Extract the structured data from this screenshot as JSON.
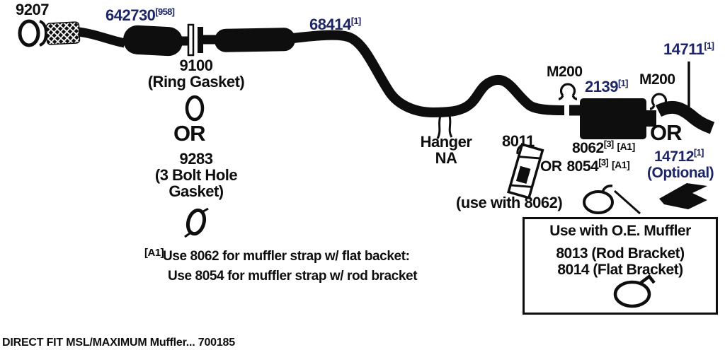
{
  "colors": {
    "part_number_blue": "#1d2566",
    "ink_black": "#0e0e0e",
    "background": "#ffffff"
  },
  "labels": {
    "p9207": "9207",
    "p642730": "642730",
    "p642730_sup": "[958]",
    "p9100_line1": "9100",
    "p9100_line2": "(Ring Gasket)",
    "or_left": "OR",
    "p9283_line1": "9283",
    "p9283_line2": "(3 Bolt Hole",
    "p9283_line3": "Gasket)",
    "p68414": "68414",
    "p68414_sup": "[1]",
    "hanger_line1": "Hanger",
    "hanger_line2": "NA",
    "p8011": "8011",
    "use_with": "(use with 8062)",
    "m200_left": "M200",
    "m200_right": "M200",
    "p2139": "2139",
    "p2139_sup": "[1]",
    "p14711": "14711",
    "p14711_sup": "[1]",
    "p8062": "8062",
    "p8062_sup": "[3]",
    "p8062_tag": "[A1]",
    "p8054_prefix": "OR",
    "p8054": "8054",
    "p8054_sup": "[3]",
    "p8054_tag": "[A1]",
    "or_right": "OR",
    "p14712": "14712",
    "p14712_sup": "[1]",
    "p14712_line2": "(Optional)"
  },
  "note": {
    "tag": "[A1]",
    "line1": "Use 8062 for muffler strap w/ flat backet:",
    "line2": "Use 8054 for muffler strap w/ rod bracket"
  },
  "oe_box": {
    "title": "Use with O.E. Muffler",
    "line1": "8013 (Rod Bracket)",
    "line2": "8014 (Flat Bracket)"
  },
  "footer": {
    "text": "DIRECT FIT MSL/MAXIMUM Muffler... 700185"
  },
  "icons": {
    "inlet-oring-gasket-icon": "oval ring outline",
    "flex-pipe-braid": "braided flex section",
    "catalytic-converter": "black capsule",
    "ring-gasket-flange": "flange pair",
    "resonator": "black capsule",
    "ring-gasket-icon": "oval ring outline",
    "bolt-hole-gasket-icon": "tilted gasket ring",
    "m200-hanger-icon": "rubber hanger clamp",
    "muffler": "black box",
    "tailpipe": "curved pipe",
    "dual-tip-icon": "forked tailpipe tip",
    "bracket-8011-icon": "flat bracket plate",
    "muffler-strap-icon": "strap loop with leader",
    "oe-strap-icon": "strap loop with tab",
    "hanger-wires": "hanger rods"
  }
}
